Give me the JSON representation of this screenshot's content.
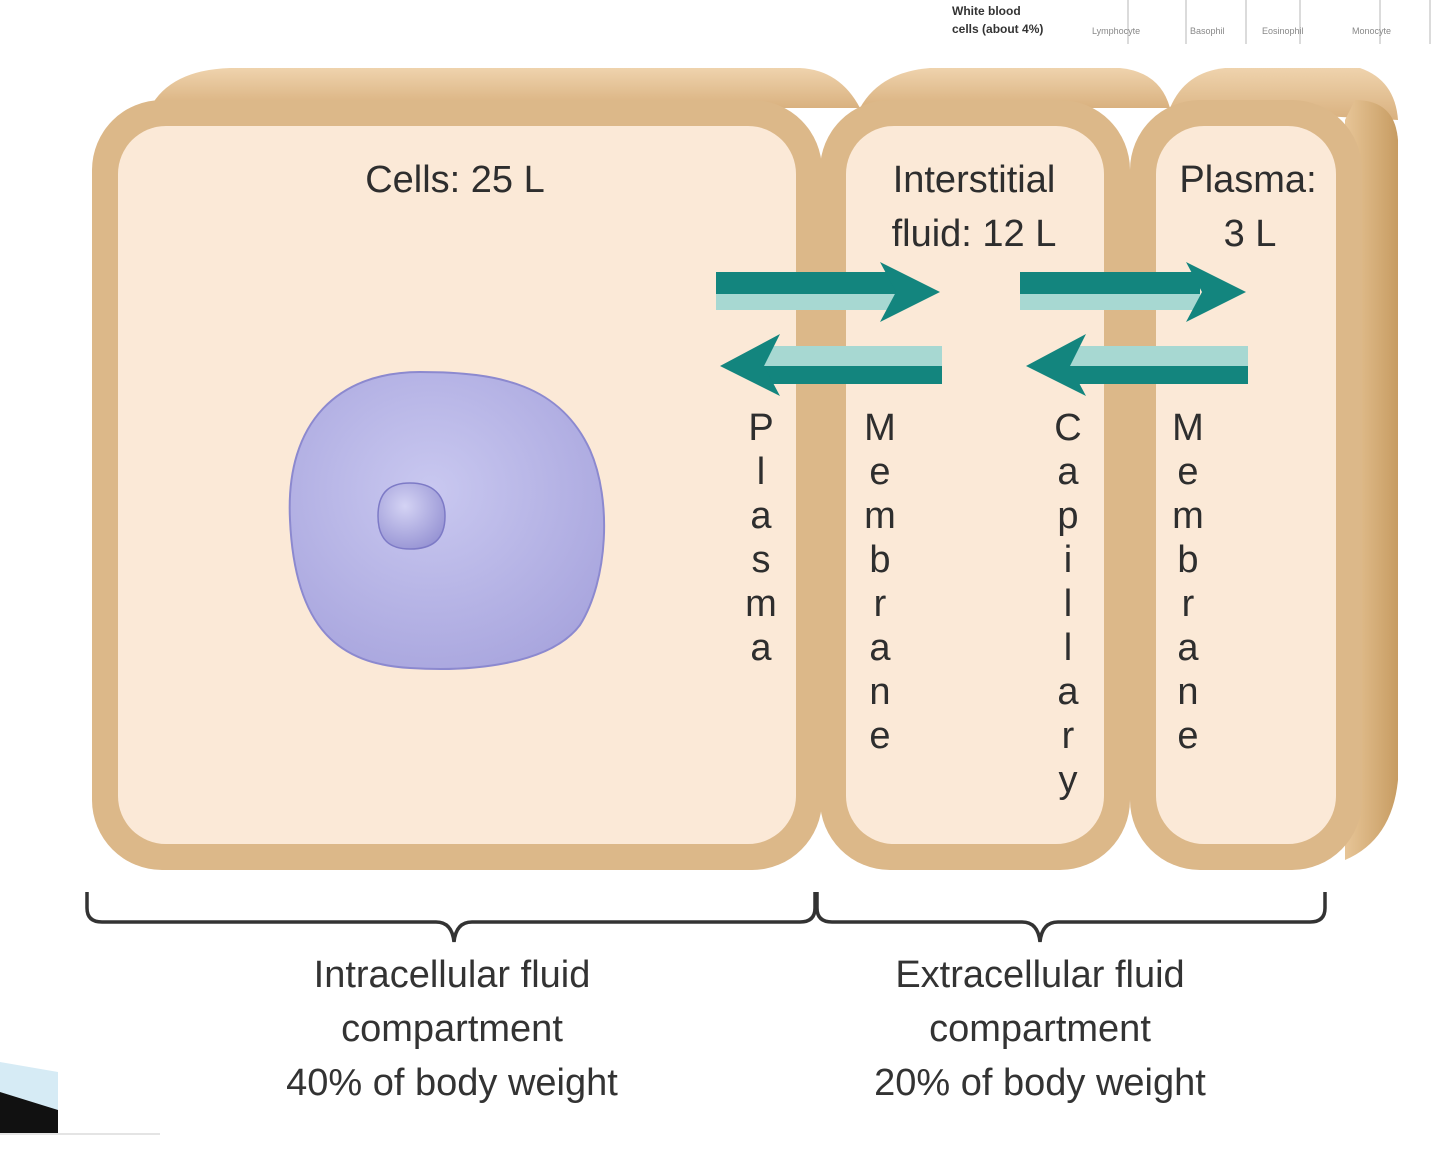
{
  "header_table": {
    "row_label_line1": "White blood",
    "row_label_line2": "cells (about 4%)",
    "columns": [
      "Lymphocyte",
      "Basophil",
      "Eosinophil",
      "Monocyte"
    ]
  },
  "compartments": {
    "cells": {
      "label": "Cells: 25 L"
    },
    "interstitial": {
      "line1": "Interstitial",
      "line2": "fluid: 12 L"
    },
    "plasma": {
      "line1": "Plasma:",
      "line2": "3 L"
    }
  },
  "membranes": {
    "plasma_membrane": {
      "word1": "Plasma",
      "word2": "Membrane"
    },
    "capillary_membrane": {
      "word1": "Capillary",
      "word2": "Membrane"
    }
  },
  "brackets": {
    "intracellular": {
      "line1": "Intracellular fluid",
      "line2": "compartment",
      "line3": "40% of body weight"
    },
    "extracellular": {
      "line1": "Extracellular fluid",
      "line2": "compartment",
      "line3": "20% of body weight"
    }
  },
  "colors": {
    "box_outer": "#dcb889",
    "box_inner": "#fbe9d7",
    "arrow": "#13857e",
    "arrow_light": "#a7d8d2",
    "cell": "#b8b6e6",
    "text": "#2e2e2e"
  }
}
